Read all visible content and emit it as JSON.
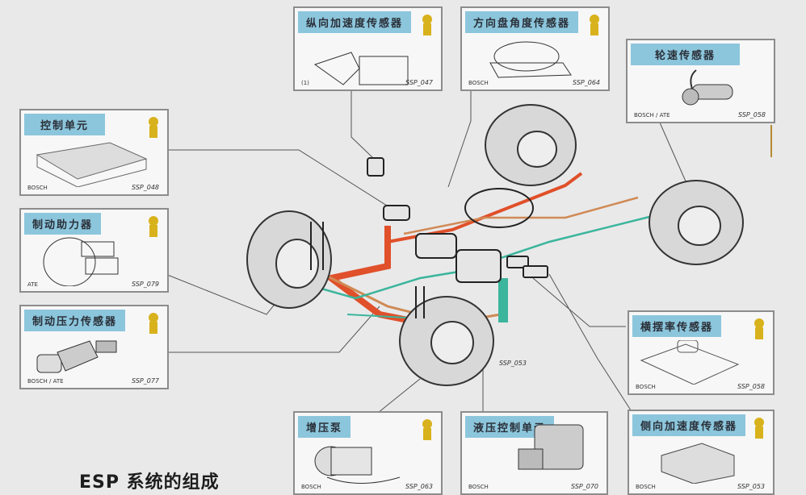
{
  "title": "ESP 系统的组成",
  "center_code": "SSP_053",
  "colors": {
    "label_bg": "#8cc6dc",
    "brake_line_red": "#e0502a",
    "brake_line_orange": "#d08a55",
    "signal_line_teal": "#3bb59c",
    "mascot_gold": "#d8b21c"
  },
  "components": [
    {
      "id": "longitudinal-accel-sensor",
      "label": "纵向加速度传感器",
      "brand": "(1)",
      "code": "SSP_047"
    },
    {
      "id": "steering-angle-sensor",
      "label": "方向盘角度传感器",
      "brand": "BOSCH",
      "code": "SSP_064"
    },
    {
      "id": "wheel-speed-sensor",
      "label": "轮速传感器",
      "brand": "BOSCH / ATE",
      "code": "SSP_058"
    },
    {
      "id": "control-unit",
      "label": "控制单元",
      "brand": "BOSCH",
      "code": "SSP_048"
    },
    {
      "id": "brake-booster",
      "label": "制动助力器",
      "brand": "ATE",
      "code": "SSP_079"
    },
    {
      "id": "brake-pressure-sensor",
      "label": "制动压力传感器",
      "brand": "BOSCH / ATE",
      "code": "SSP_077"
    },
    {
      "id": "yaw-rate-sensor",
      "label": "横摆率传感器",
      "brand": "BOSCH",
      "code": "SSP_058"
    },
    {
      "id": "lateral-accel-sensor",
      "label": "侧向加速度传感器",
      "brand": "BOSCH",
      "code": "SSP_053"
    },
    {
      "id": "hydraulic-control-unit",
      "label": "液压控制单元",
      "brand": "BOSCH",
      "code": "SSP_070"
    },
    {
      "id": "booster-pump",
      "label": "增压泵",
      "brand": "BOSCH",
      "code": "SSP_063"
    }
  ]
}
